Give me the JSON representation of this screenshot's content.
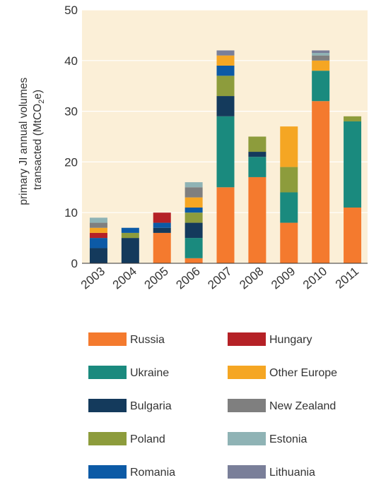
{
  "chart_data": {
    "type": "bar",
    "stacked": true,
    "categories": [
      "2003",
      "2004",
      "2005",
      "2006",
      "2007",
      "2008",
      "2009",
      "2010",
      "2011"
    ],
    "ylabel": {
      "line1": "primary JI annual volumes",
      "line2_prefix": "transacted  (MtCO",
      "line2_sub": "2",
      "line2_suffix": "e)"
    },
    "ylim": [
      0,
      50
    ],
    "yticks": [
      0,
      10,
      20,
      30,
      40,
      50
    ],
    "grid": true,
    "legend_position": "bottom",
    "colors": {
      "plot_background": "#fbefd7",
      "grid": "#ffffff"
    },
    "series": [
      {
        "name": "Russia",
        "color": "#f47a2e",
        "values": [
          0,
          0,
          6,
          1,
          15,
          17,
          8,
          32,
          11
        ]
      },
      {
        "name": "Ukraine",
        "color": "#1a8a7e",
        "values": [
          0,
          0,
          0,
          4,
          14,
          4,
          6,
          6,
          17
        ]
      },
      {
        "name": "Bulgaria",
        "color": "#143a5c",
        "values": [
          3,
          5,
          1,
          3,
          4,
          1,
          0,
          0,
          0
        ]
      },
      {
        "name": "Poland",
        "color": "#8d9c3c",
        "values": [
          0,
          1,
          0,
          2,
          4,
          3,
          5,
          0,
          1
        ]
      },
      {
        "name": "Romania",
        "color": "#0c5aa6",
        "values": [
          2,
          1,
          1,
          1,
          2,
          0,
          0,
          0,
          0
        ]
      },
      {
        "name": "Hungary",
        "color": "#b52126",
        "values": [
          1,
          0,
          2,
          0,
          0,
          0,
          0,
          0,
          0
        ]
      },
      {
        "name": "Other Europe",
        "color": "#f5a623",
        "values": [
          1,
          0,
          0,
          2,
          2,
          0,
          8,
          2,
          0
        ]
      },
      {
        "name": "New Zealand",
        "color": "#7f7f7f",
        "values": [
          1,
          0,
          0,
          2,
          0,
          0,
          0,
          1,
          0
        ]
      },
      {
        "name": "Estonia",
        "color": "#8fb3b5",
        "values": [
          1,
          0,
          0,
          1,
          0,
          0,
          0,
          0.5,
          0
        ]
      },
      {
        "name": "Lithuania",
        "color": "#7a7f99",
        "values": [
          0,
          0,
          0,
          0,
          1,
          0,
          0,
          0.5,
          0
        ]
      }
    ],
    "legend_order": [
      [
        "Russia",
        "Hungary"
      ],
      [
        "Ukraine",
        "Other Europe"
      ],
      [
        "Bulgaria",
        "New Zealand"
      ],
      [
        "Poland",
        "Estonia"
      ],
      [
        "Romania",
        "Lithuania"
      ]
    ]
  }
}
